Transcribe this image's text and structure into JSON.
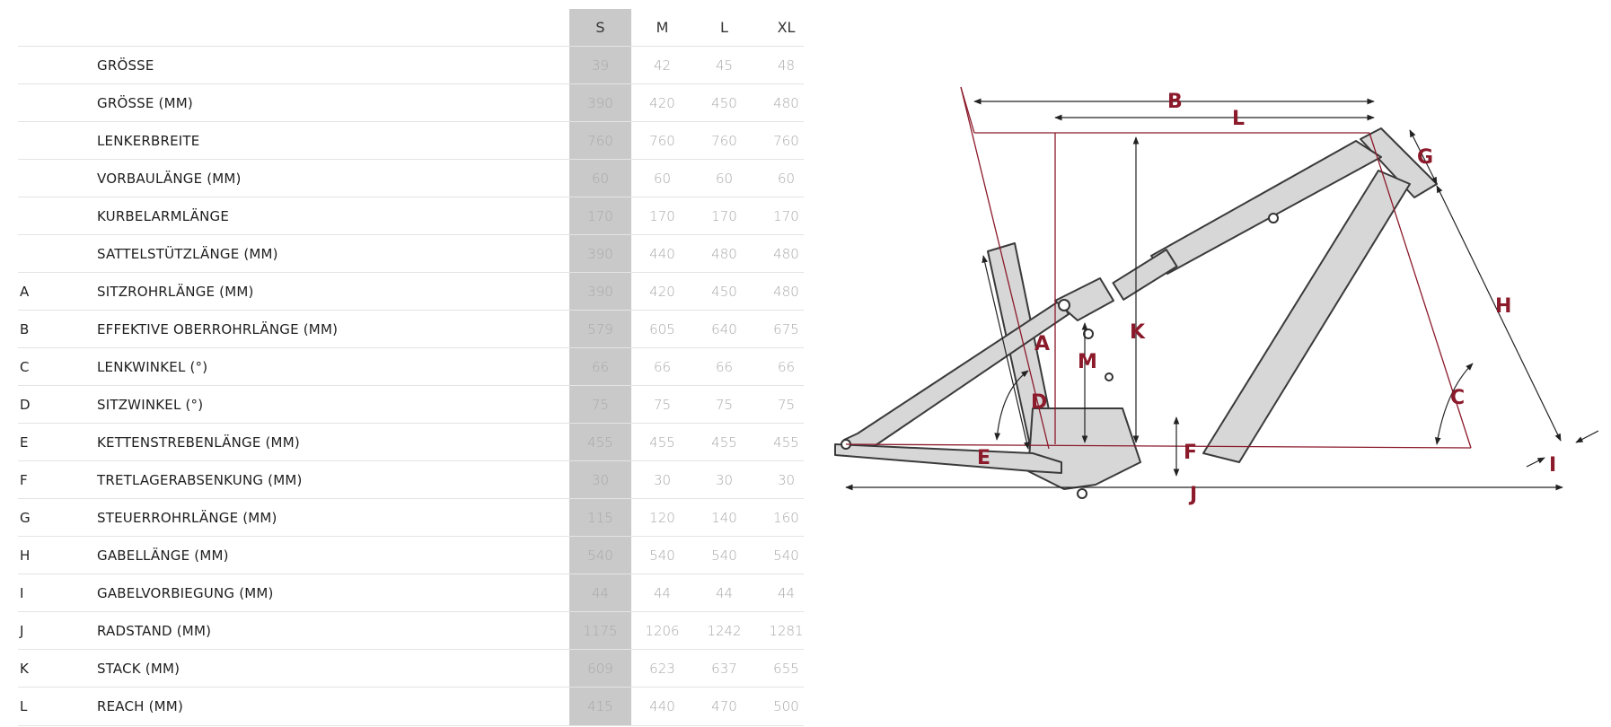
{
  "table": {
    "columns": [
      "S",
      "M",
      "L",
      "XL"
    ],
    "rows": [
      {
        "letter": "",
        "label": "GRÖSSE",
        "values": [
          "39",
          "42",
          "45",
          "48"
        ]
      },
      {
        "letter": "",
        "label": "GRÖSSE (MM)",
        "values": [
          "390",
          "420",
          "450",
          "480"
        ]
      },
      {
        "letter": "",
        "label": "LENKERBREITE",
        "values": [
          "760",
          "760",
          "760",
          "760"
        ]
      },
      {
        "letter": "",
        "label": "VORBAULÄNGE (MM)",
        "values": [
          "60",
          "60",
          "60",
          "60"
        ]
      },
      {
        "letter": "",
        "label": "KURBELARMLÄNGE",
        "values": [
          "170",
          "170",
          "170",
          "170"
        ]
      },
      {
        "letter": "",
        "label": "SATTELSTÜTZLÄNGE (MM)",
        "values": [
          "390",
          "440",
          "480",
          "480"
        ]
      },
      {
        "letter": "A",
        "label": "SITZROHRLÄNGE (MM)",
        "values": [
          "390",
          "420",
          "450",
          "480"
        ]
      },
      {
        "letter": "B",
        "label": "EFFEKTIVE OBERROHRLÄNGE (MM)",
        "values": [
          "579",
          "605",
          "640",
          "675"
        ]
      },
      {
        "letter": "C",
        "label": "LENKWINKEL (°)",
        "values": [
          "66",
          "66",
          "66",
          "66"
        ]
      },
      {
        "letter": "D",
        "label": "SITZWINKEL (°)",
        "values": [
          "75",
          "75",
          "75",
          "75"
        ]
      },
      {
        "letter": "E",
        "label": "KETTENSTREBENLÄNGE (MM)",
        "values": [
          "455",
          "455",
          "455",
          "455"
        ]
      },
      {
        "letter": "F",
        "label": "TRETLAGERABSENKUNG (MM)",
        "values": [
          "30",
          "30",
          "30",
          "30"
        ]
      },
      {
        "letter": "G",
        "label": "STEUERROHRLÄNGE (MM)",
        "values": [
          "115",
          "120",
          "140",
          "160"
        ]
      },
      {
        "letter": "H",
        "label": "GABELLÄNGE (MM)",
        "values": [
          "540",
          "540",
          "540",
          "540"
        ]
      },
      {
        "letter": "I",
        "label": "GABELVORBIEGUNG (MM)",
        "values": [
          "44",
          "44",
          "44",
          "44"
        ]
      },
      {
        "letter": "J",
        "label": "RADSTAND (MM)",
        "values": [
          "1175",
          "1206",
          "1242",
          "1281"
        ]
      },
      {
        "letter": "K",
        "label": "STACK (MM)",
        "values": [
          "609",
          "623",
          "637",
          "655"
        ]
      },
      {
        "letter": "L",
        "label": "REACH (MM)",
        "values": [
          "415",
          "440",
          "470",
          "500"
        ]
      }
    ]
  },
  "diagram": {
    "labels": {
      "A": "A",
      "B": "B",
      "C": "C",
      "D": "D",
      "E": "E",
      "F": "F",
      "G": "G",
      "H": "H",
      "I": "I",
      "J": "J",
      "K": "K",
      "L": "L",
      "M": "M"
    },
    "colors": {
      "accent": "#8b1a2b",
      "frame_fill": "#d7d7d7",
      "frame_stroke": "#3a3a3a",
      "s_column": "#c9c9c9"
    }
  }
}
